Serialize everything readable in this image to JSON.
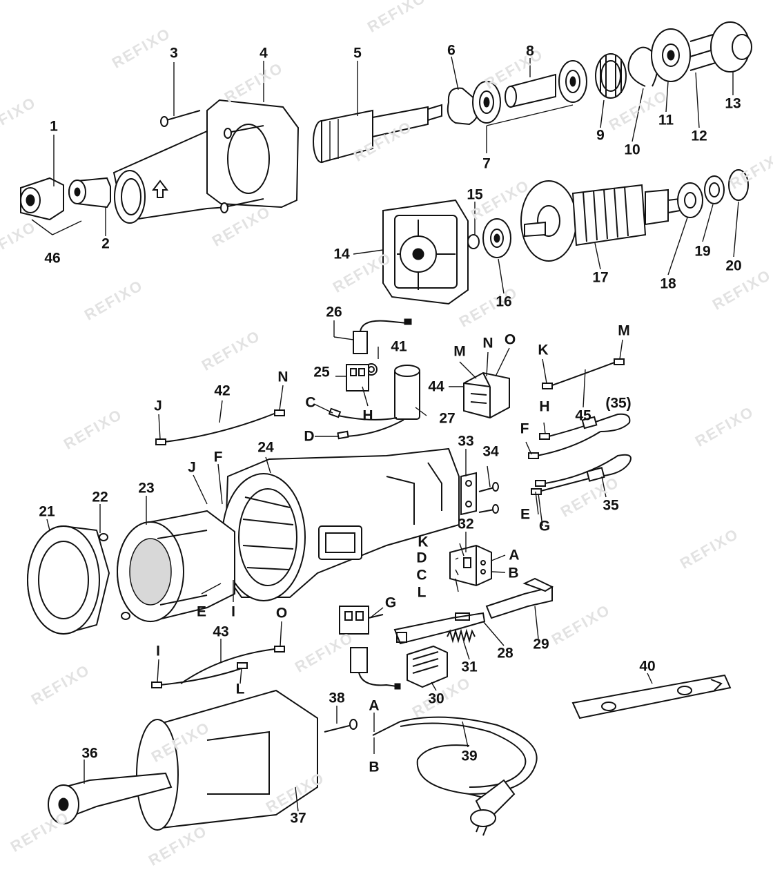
{
  "watermark": "REFIXO",
  "part_labels": [
    "1",
    "2",
    "3",
    "4",
    "5",
    "6",
    "7",
    "8",
    "9",
    "10",
    "11",
    "12",
    "13",
    "14",
    "15",
    "16",
    "17",
    "18",
    "19",
    "20",
    "21",
    "22",
    "23",
    "24",
    "25",
    "26",
    "27",
    "28",
    "29",
    "30",
    "31",
    "32",
    "33",
    "34",
    "(35)",
    "35",
    "36",
    "37",
    "38",
    "39",
    "40",
    "41",
    "42",
    "43",
    "44",
    "45",
    "46"
  ],
  "connector_labels": [
    "A",
    "B",
    "C",
    "D",
    "E",
    "F",
    "G",
    "H",
    "I",
    "J",
    "K",
    "L",
    "M",
    "N",
    "O"
  ]
}
